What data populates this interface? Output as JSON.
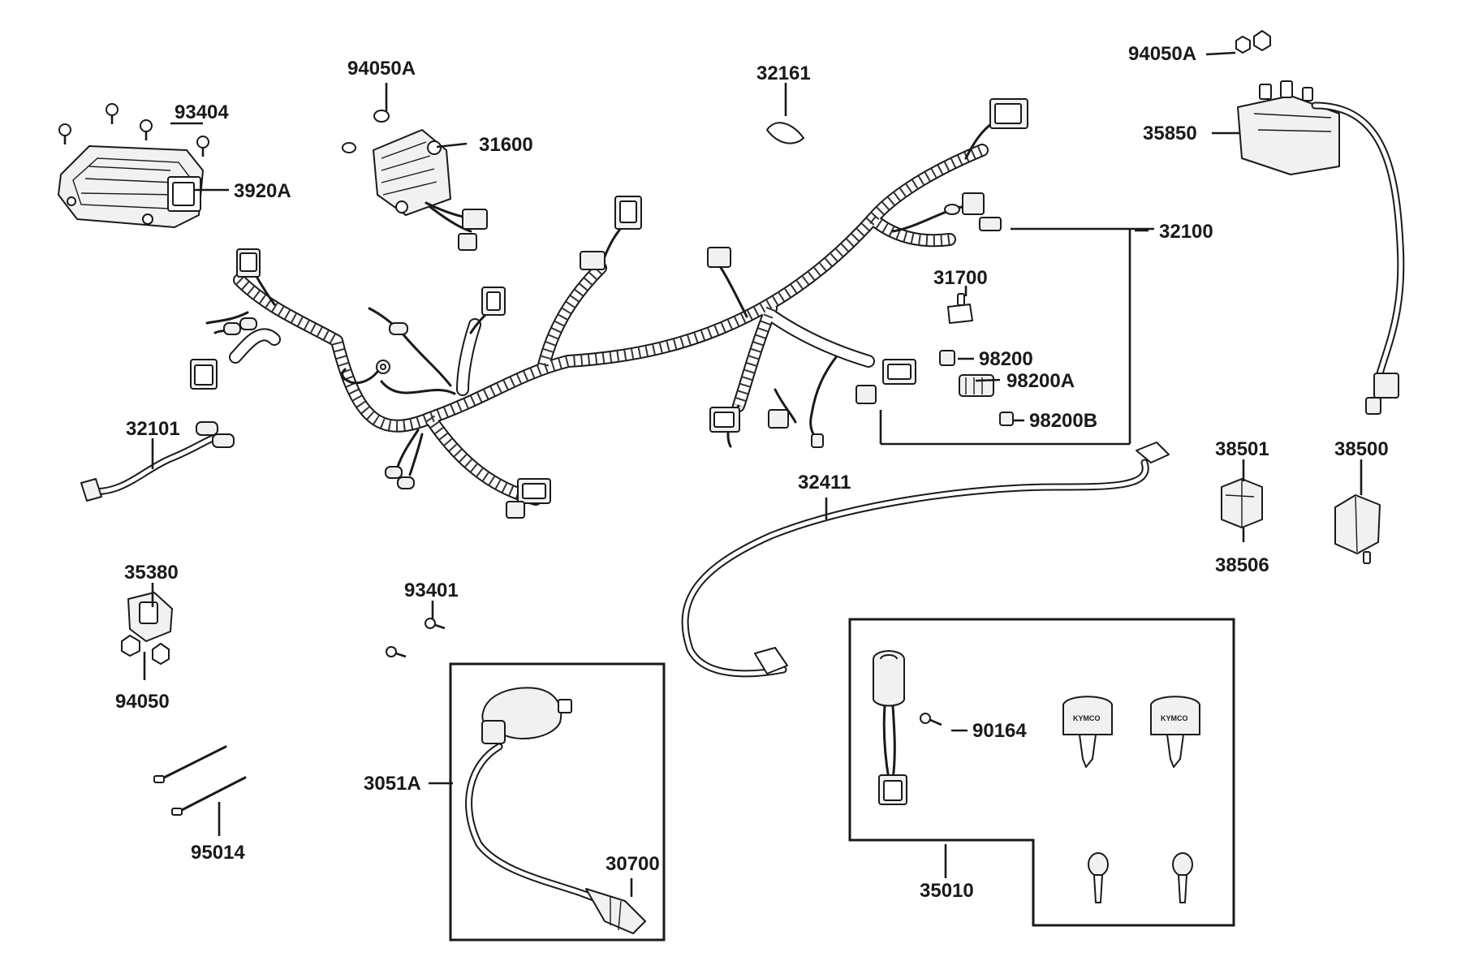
{
  "labels": {
    "p94050A_top": "94050A",
    "p93404": "93404",
    "p31600": "31600",
    "p3920A": "3920A",
    "p32161": "32161",
    "p94050A_right": "94050A",
    "p35850": "35850",
    "p32100": "32100",
    "p31700": "31700",
    "p98200": "98200",
    "p98200A": "98200A",
    "p98200B": "98200B",
    "p32101": "32101",
    "p32411": "32411",
    "p38501": "38501",
    "p38500": "38500",
    "p38506": "38506",
    "p35380": "35380",
    "p94050": "94050",
    "p93401": "93401",
    "p3051A": "3051A",
    "p30700": "30700",
    "p90164": "90164",
    "p35010": "35010",
    "p95014": "95014"
  },
  "key_brand": "KYMCO"
}
